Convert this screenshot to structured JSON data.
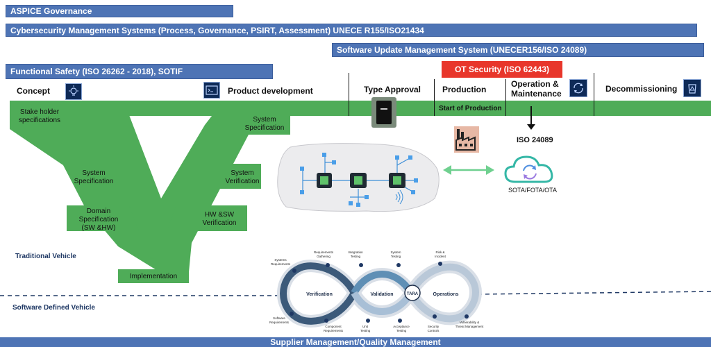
{
  "banners": {
    "aspice": "ASPICE Governance",
    "cybersecurity": "Cybersecurity Management Systems (Process, Governance, PSIRT, Assessment) UNECE R155/ISO21434",
    "software_update": "Software Update Management System (UNECER156/ISO 24089)",
    "functional_safety": "Functional Safety (ISO 26262 - 2018),  SOTIF",
    "ot_security": "OT Security (ISO 62443)",
    "supplier": "Supplier Management/Quality Management"
  },
  "phases": {
    "concept": "Concept",
    "product_development": "Product development",
    "type_approval": "Type Approval",
    "production": "Production",
    "operation": "Operation &",
    "maintenance": "Maintenance",
    "decommissioning": "Decommissioning",
    "start_of_production": "Start of Production"
  },
  "v_model": {
    "stakeholder_1": "Stake holder",
    "stakeholder_2": "specifications",
    "system_spec_right_1": "System",
    "system_spec_right_2": "Specification",
    "system_spec_left_1": "System",
    "system_spec_left_2": "Specification",
    "system_verif_1": "System",
    "system_verif_2": "Verification",
    "domain_1": "Domain",
    "domain_2": "Specification",
    "domain_3": "(SW &HW)",
    "hwsw_1": "HW &SW",
    "hwsw_2": "Verification",
    "implementation": "Implementation"
  },
  "labels": {
    "iso24089": "ISO 24089",
    "sota": "SOTA/FOTA/OTA",
    "traditional": "Traditional Vehicle",
    "sdv": "Software Defined Vehicle"
  },
  "loop": {
    "verification": "Verification",
    "validation": "Validation",
    "operations": "Operations",
    "tara": "TARA",
    "systems_req_1": "Systems",
    "systems_req_2": "Requirements",
    "req_gath_1": "Requirements",
    "req_gath_2": "Gathering",
    "integ_1": "Integration",
    "integ_2": "Testing",
    "systest_1": "System",
    "systest_2": "Testing",
    "risk_1": "Risk &",
    "risk_2": "Incident",
    "swreq_1": "Software",
    "swreq_2": "Requirements",
    "comp_1": "Component",
    "comp_2": "Requirements",
    "unit_1": "Unit",
    "unit_2": "Testing",
    "accept_1": "Acceptance",
    "accept_2": "Testing",
    "sec_1": "Security",
    "sec_2": "Controls",
    "vuln_1": "Vulnerability &",
    "vuln_2": "Threat Management"
  },
  "colors": {
    "banner_blue": "#4e74b5",
    "green": "#4fac58",
    "red": "#e8362b",
    "navy": "#0e2a57"
  }
}
